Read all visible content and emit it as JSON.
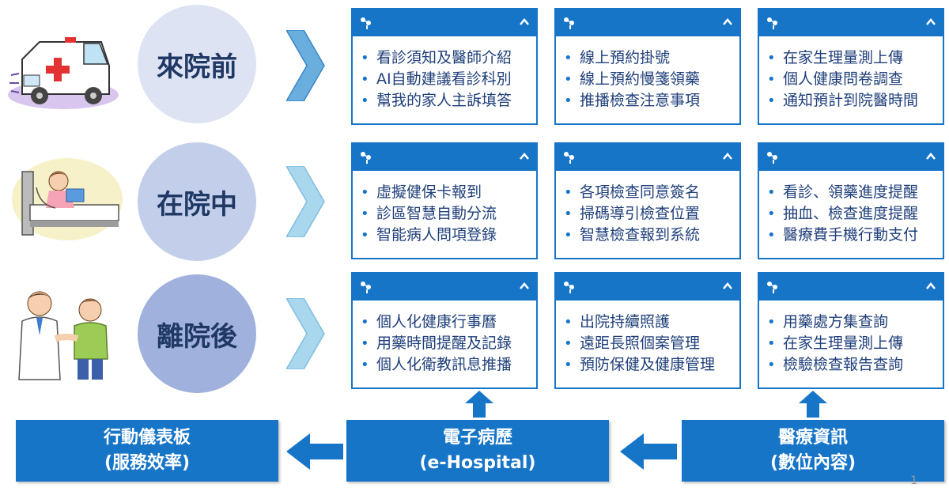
{
  "stages": [
    {
      "label": "來院前"
    },
    {
      "label": "在院中"
    },
    {
      "label": "離院後"
    }
  ],
  "cards": [
    [
      "看診須知及醫師介紹",
      "AI自動建議看診科別",
      "幫我的家人主訴填答"
    ],
    [
      "線上預約掛號",
      "線上預約慢箋領藥",
      "推播檢查注意事項"
    ],
    [
      "在家生理量測上傳",
      "個人健康問卷調查",
      "通知預計到院醫時間"
    ],
    [
      "虛擬健保卡報到",
      "診區智慧自動分流",
      "智能病人問項登錄"
    ],
    [
      "各項檢查同意簽名",
      "掃碼導引檢查位置",
      "智慧檢查報到系統"
    ],
    [
      "看診、領藥進度提醒",
      "抽血、檢查進度提醒",
      "醫療費手機行動支付"
    ],
    [
      "個人化健康行事曆",
      "用藥時間提醒及記錄",
      "個人化衛教訊息推播"
    ],
    [
      "出院持續照護",
      "遠距長照個案管理",
      "預防保健及健康管理"
    ],
    [
      "用藥處方集查詢",
      "在家生理量測上傳",
      "檢驗檢查報告查詢"
    ]
  ],
  "flow": [
    {
      "line1": "行動儀表板",
      "line2": "(服務效率)"
    },
    {
      "line1": "電子病歷",
      "line2": "(e-Hospital)"
    },
    {
      "line1": "醫療資訊",
      "line2": "(數位內容)"
    }
  ],
  "page_number": "1",
  "colors": {
    "card_blue": "#1775c8",
    "text_navy": "#1f3f7a",
    "circle_text": "#1f3864"
  }
}
